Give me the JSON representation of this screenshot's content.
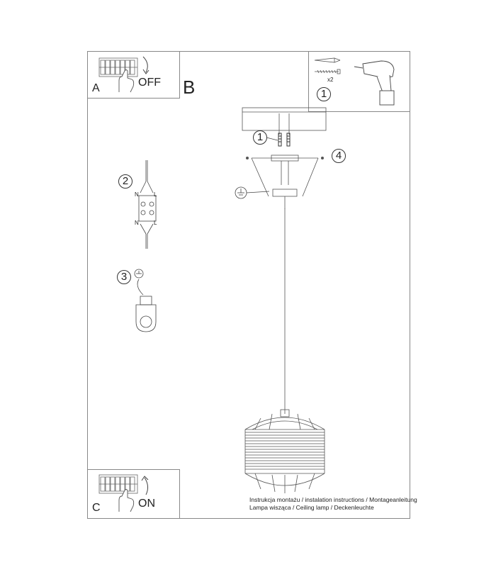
{
  "panels": {
    "a_letter": "A",
    "a_text": "OFF",
    "b_letter": "B",
    "c_letter": "C",
    "c_text": "ON"
  },
  "steps": {
    "tools": "1",
    "screws": "1",
    "wiring": "2",
    "ground": "3",
    "bracket": "4"
  },
  "tool_qty": "x2",
  "terminal_labels": {
    "n_top": "N",
    "l_top": "L",
    "n_bottom": "N",
    "l_bottom": "L"
  },
  "caption": {
    "line1": "Instrukcja montażu / instalation instructions / Montageanleitung",
    "line2": "Lampa wisząca / Ceiling lamp / Deckenleuchte"
  },
  "icons": [
    "breaker-icon",
    "hand-icon",
    "arrow-icon",
    "drill-icon",
    "wall-plug-icon",
    "screw-icon",
    "ground-icon",
    "lamp-shade-icon"
  ]
}
